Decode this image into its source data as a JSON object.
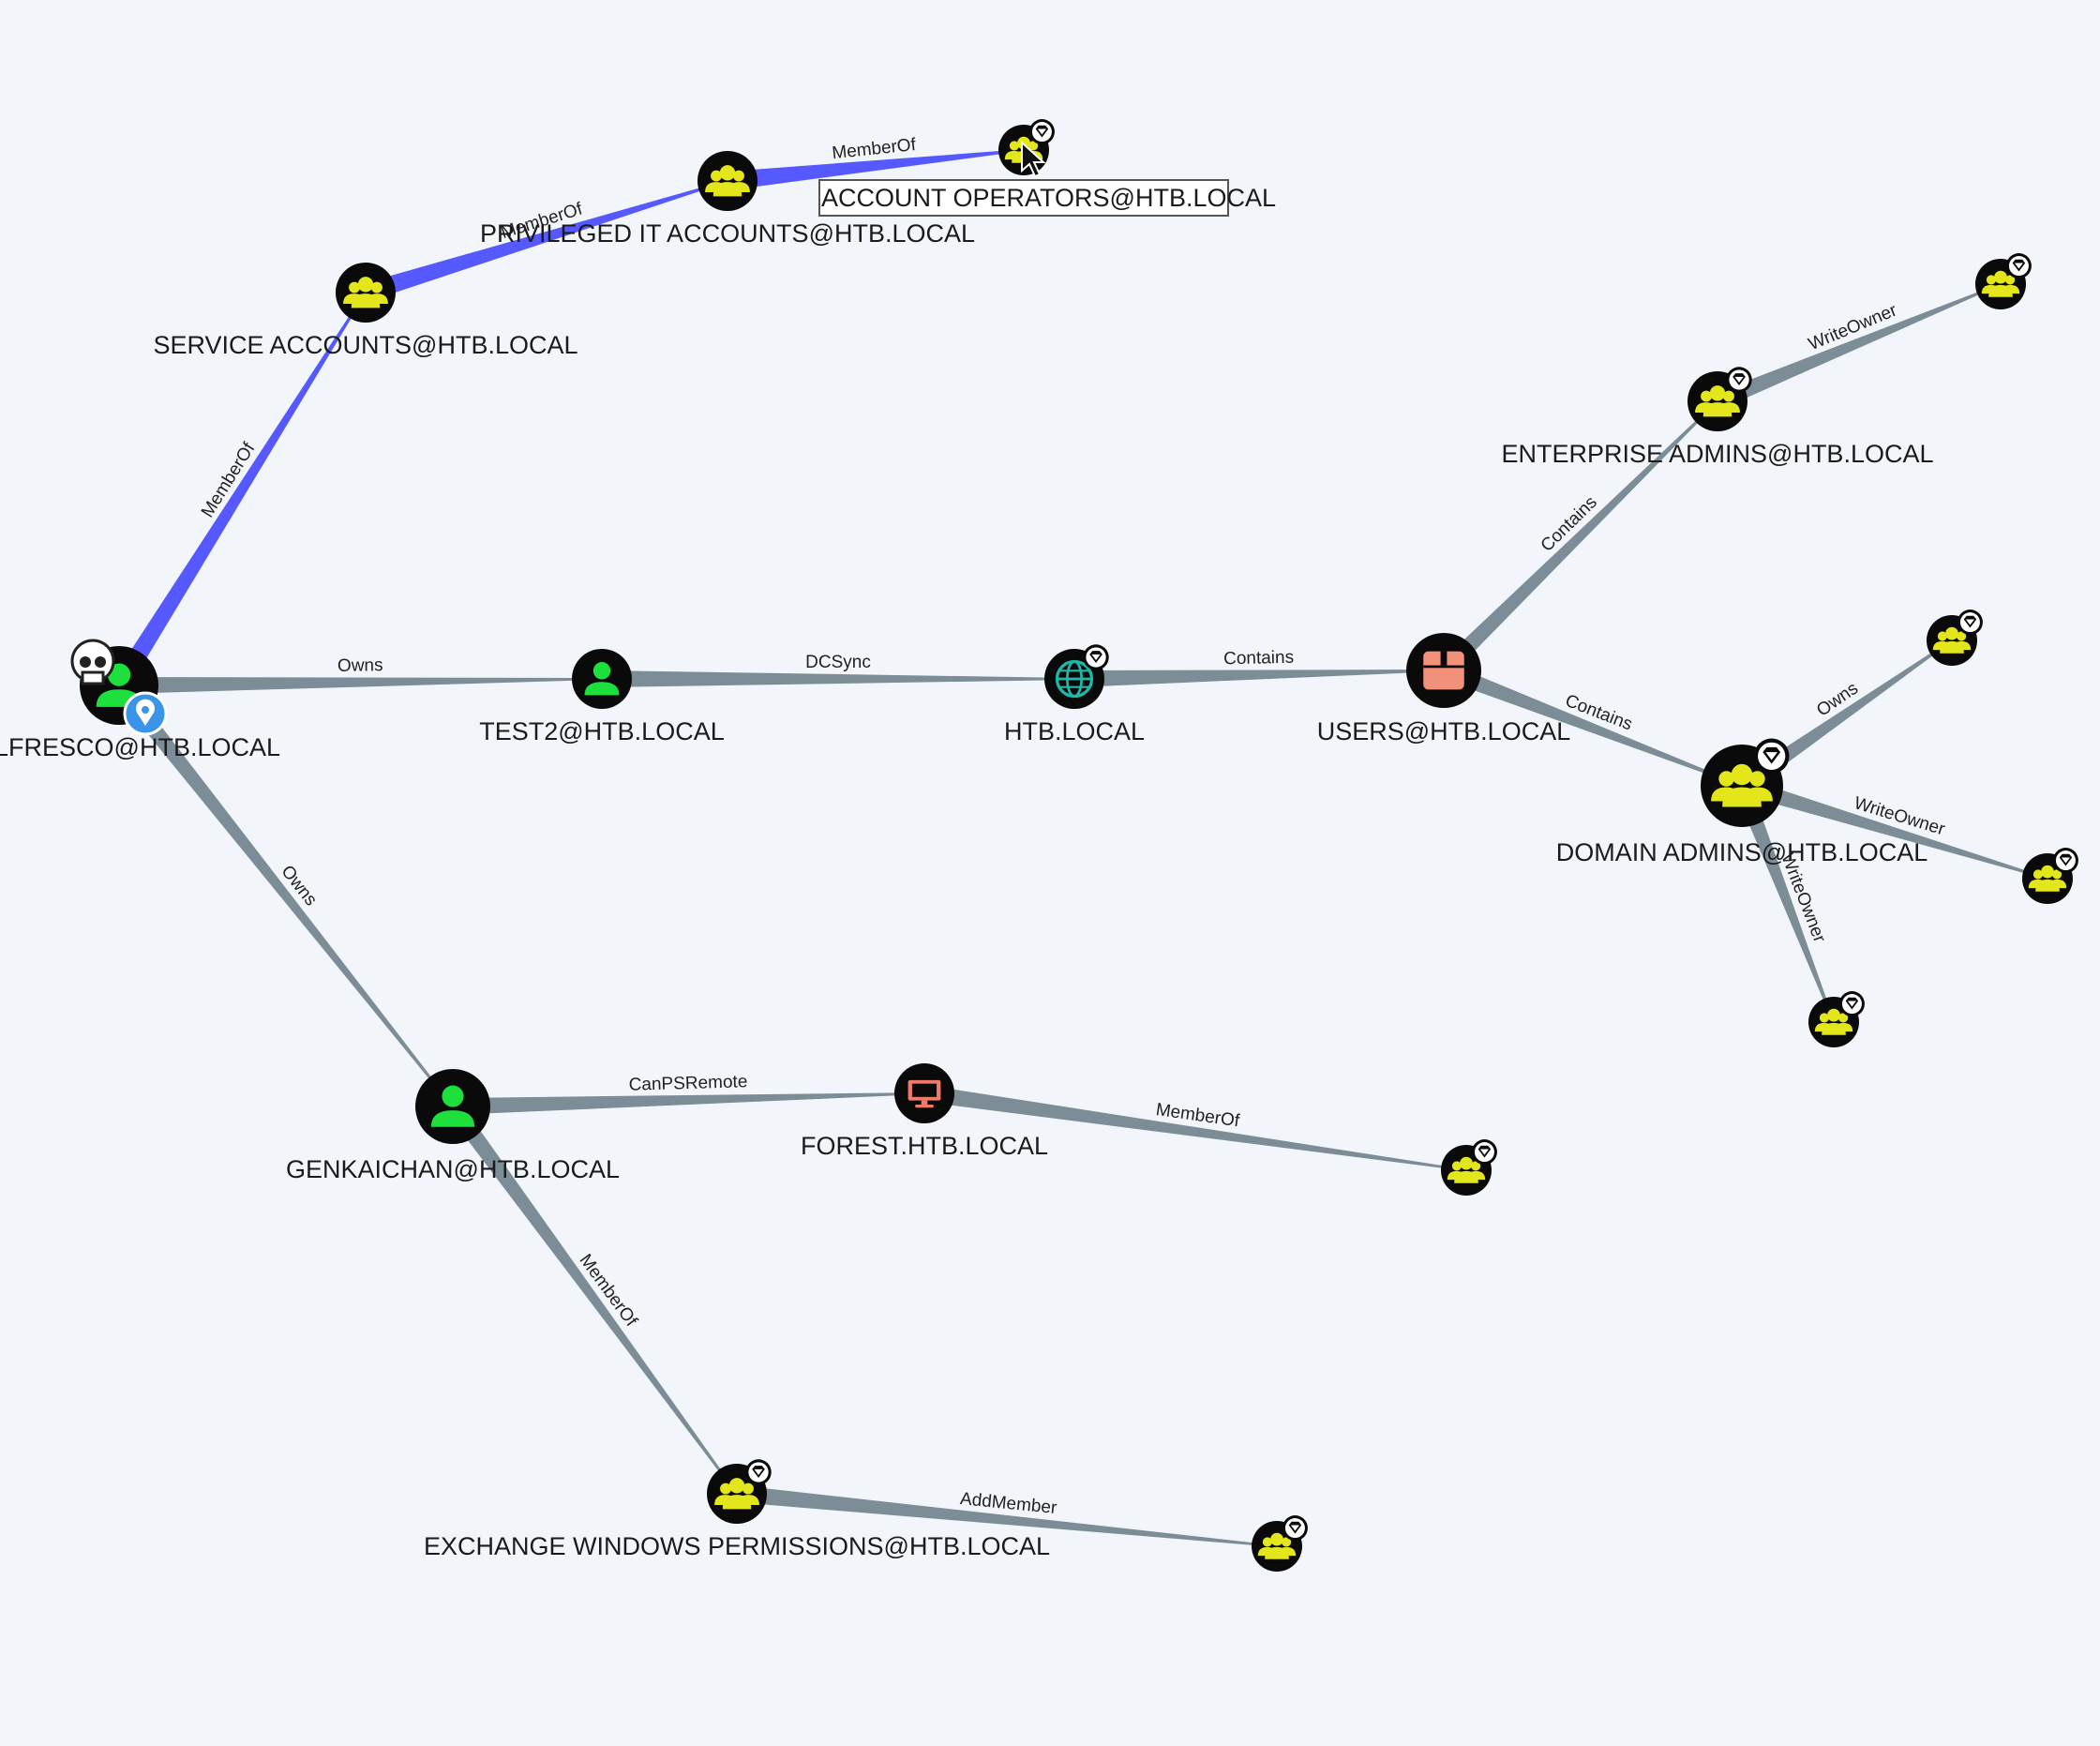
{
  "colors": {
    "background": "#f2f6fa",
    "edge_default": "#7c8d98",
    "edge_highlight": "#5559ff",
    "group_fill": "#e3e61b",
    "user_fill": "#1de03c",
    "computer_fill": "#ee7a6a",
    "domain_fill": "#1fb7a8",
    "ou_fill": "#f2917a",
    "node_bg": "#0a0a0a",
    "owned_marker": "#3a94e8"
  },
  "hover_label": "ACCOUNT OPERATORS@HTB.LOCAL",
  "nodes": [
    {
      "id": "alfresco",
      "type": "user",
      "label": "-ALFRESCO@HTB.LOCAL",
      "icon": "user-icon",
      "badges": [
        "skull-icon",
        "owned-pin-icon"
      ]
    },
    {
      "id": "service_accounts",
      "type": "group",
      "label": "SERVICE ACCOUNTS@HTB.LOCAL",
      "icon": "group-icon"
    },
    {
      "id": "privileged_it",
      "type": "group",
      "label": "PRIVILEGED IT ACCOUNTS@HTB.LOCAL",
      "icon": "group-icon"
    },
    {
      "id": "account_operators",
      "type": "group",
      "label": "",
      "icon": "group-icon",
      "badges": [
        "high-value-gem-icon",
        "cursor-icon"
      ]
    },
    {
      "id": "test2",
      "type": "user",
      "label": "TEST2@HTB.LOCAL",
      "icon": "user-icon"
    },
    {
      "id": "htb_local",
      "type": "domain",
      "label": "HTB.LOCAL",
      "icon": "globe-icon",
      "badges": [
        "high-value-gem-icon"
      ]
    },
    {
      "id": "users",
      "type": "ou",
      "label": "USERS@HTB.LOCAL",
      "icon": "container-box-icon"
    },
    {
      "id": "enterprise_admins",
      "type": "group",
      "label": "ENTERPRISE ADMINS@HTB.LOCAL",
      "icon": "group-icon",
      "badges": [
        "high-value-gem-icon"
      ]
    },
    {
      "id": "ea_target",
      "type": "group",
      "label": "",
      "icon": "group-icon",
      "badges": [
        "high-value-gem-icon"
      ]
    },
    {
      "id": "domain_admins",
      "type": "group",
      "label": "DOMAIN ADMINS@HTB.LOCAL",
      "icon": "group-icon",
      "badges": [
        "high-value-gem-icon"
      ]
    },
    {
      "id": "da_owns_target",
      "type": "group",
      "label": "",
      "icon": "group-icon",
      "badges": [
        "high-value-gem-icon"
      ]
    },
    {
      "id": "da_wo_target1",
      "type": "group",
      "label": "",
      "icon": "group-icon",
      "badges": [
        "high-value-gem-icon"
      ]
    },
    {
      "id": "da_wo_target2",
      "type": "group",
      "label": "",
      "icon": "group-icon",
      "badges": [
        "high-value-gem-icon"
      ]
    },
    {
      "id": "genkaichan",
      "type": "user",
      "label": "GENKAICHAN@HTB.LOCAL",
      "icon": "user-icon"
    },
    {
      "id": "forest",
      "type": "computer",
      "label": "FOREST.HTB.LOCAL",
      "icon": "monitor-icon"
    },
    {
      "id": "forest_group",
      "type": "group",
      "label": "",
      "icon": "group-icon",
      "badges": [
        "high-value-gem-icon"
      ]
    },
    {
      "id": "exchange_windows",
      "type": "group",
      "label": "EXCHANGE WINDOWS PERMISSIONS@HTB.LOCAL",
      "icon": "group-icon",
      "badges": [
        "high-value-gem-icon"
      ]
    },
    {
      "id": "ewp_target",
      "type": "group",
      "label": "",
      "icon": "group-icon",
      "badges": [
        "high-value-gem-icon"
      ]
    }
  ],
  "edges": [
    {
      "from": "alfresco",
      "to": "service_accounts",
      "label": "MemberOf",
      "highlight": true
    },
    {
      "from": "service_accounts",
      "to": "privileged_it",
      "label": "MemberOf",
      "highlight": true
    },
    {
      "from": "privileged_it",
      "to": "account_operators",
      "label": "MemberOf",
      "highlight": true
    },
    {
      "from": "alfresco",
      "to": "test2",
      "label": "Owns"
    },
    {
      "from": "test2",
      "to": "htb_local",
      "label": "DCSync"
    },
    {
      "from": "htb_local",
      "to": "users",
      "label": "Contains"
    },
    {
      "from": "users",
      "to": "enterprise_admins",
      "label": "Contains"
    },
    {
      "from": "enterprise_admins",
      "to": "ea_target",
      "label": "WriteOwner"
    },
    {
      "from": "users",
      "to": "domain_admins",
      "label": "Contains"
    },
    {
      "from": "domain_admins",
      "to": "da_owns_target",
      "label": "Owns"
    },
    {
      "from": "domain_admins",
      "to": "da_wo_target1",
      "label": "WriteOwner"
    },
    {
      "from": "domain_admins",
      "to": "da_wo_target2",
      "label": "WriteOwner"
    },
    {
      "from": "alfresco",
      "to": "genkaichan",
      "label": "Owns"
    },
    {
      "from": "genkaichan",
      "to": "forest",
      "label": "CanPSRemote"
    },
    {
      "from": "forest",
      "to": "forest_group",
      "label": "MemberOf"
    },
    {
      "from": "genkaichan",
      "to": "exchange_windows",
      "label": "MemberOf"
    },
    {
      "from": "exchange_windows",
      "to": "ewp_target",
      "label": "AddMember"
    }
  ]
}
